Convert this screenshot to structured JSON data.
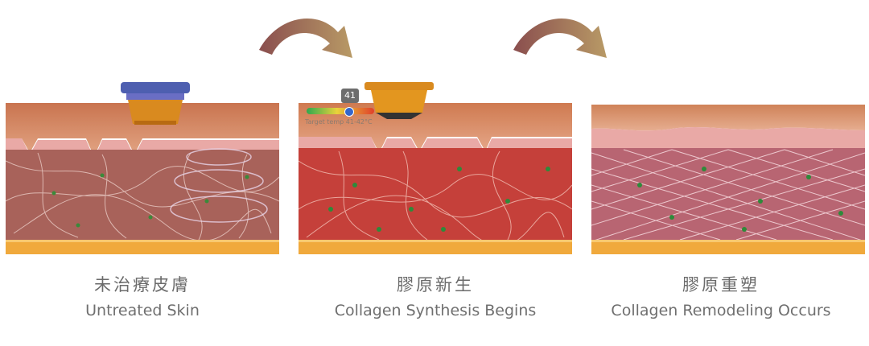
{
  "stages": [
    {
      "label_zh": "未治療皮膚",
      "label_en": "Untreated Skin"
    },
    {
      "label_zh": "膠原新生",
      "label_en": "Collagen Synthesis Begins"
    },
    {
      "label_zh": "膠原重塑",
      "label_en": "Collagen Remodeling Occurs"
    }
  ],
  "device_readout": {
    "value": "41",
    "meter_label": "Target temp 41-42°C",
    "level": 0.62
  },
  "colors": {
    "epidermis": "#d7906a",
    "dermis_untreated": "#a8625a",
    "dermis_active": "#c5403a",
    "dermis_remodeled": "#b86572",
    "fat": "#f0a93c",
    "arrow": "#8a5a4e"
  }
}
